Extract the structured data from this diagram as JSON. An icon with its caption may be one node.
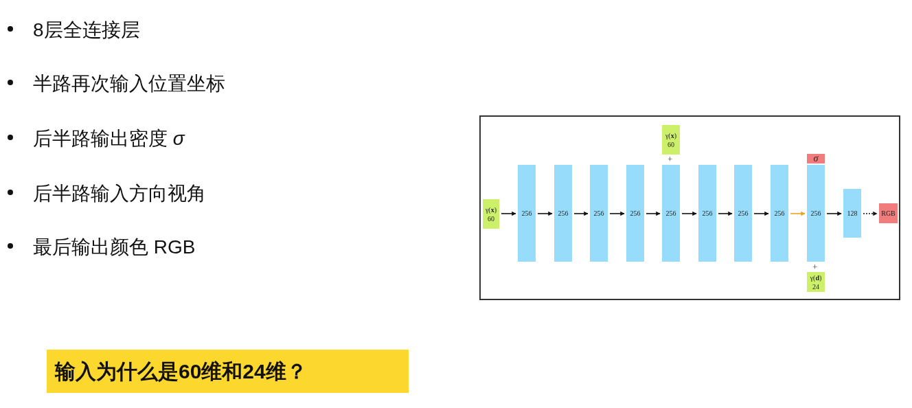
{
  "diagram": {
    "nodes": [
      {
        "text": [
          "γ(**x**)",
          "60"
        ]
      },
      {
        "text": [
          "256"
        ]
      },
      {
        "text": [
          "256"
        ]
      },
      {
        "text": [
          "256"
        ]
      },
      {
        "text": [
          "256"
        ]
      },
      {
        "text": [
          "256"
        ]
      },
      {
        "text": [
          "256"
        ]
      },
      {
        "text": [
          "256"
        ]
      },
      {
        "text": [
          "256"
        ]
      },
      {
        "text": [
          "γ(**x**)",
          "60"
        ]
      },
      {
        "text": [
          "*σ*"
        ]
      },
      {
        "text": [
          "256"
        ]
      },
      {
        "text": [
          "γ(**d**)",
          "24"
        ]
      },
      {
        "text": [
          "128"
        ]
      },
      {
        "text": [
          "RGB"
        ]
      }
    ],
    "edges": [
      {
        "from": 0,
        "to": 1,
        "arrow": "to"
      },
      {
        "from": 1,
        "to": 2,
        "arrow": "to"
      },
      {
        "from": 2,
        "to": 3,
        "arrow": "to"
      },
      {
        "from": 3,
        "to": 4,
        "arrow": "to"
      },
      {
        "from": 4,
        "to": 5,
        "arrow": "to"
      },
      {
        "from": 5,
        "to": 6,
        "arrow": "to"
      },
      {
        "from": 6,
        "to": 7,
        "arrow": "to"
      },
      {
        "from": 7,
        "to": 8,
        "arrow": "to"
      },
      {
        "from": 8,
        "to": 11,
        "arrow": "to",
        "color": "#f0a020"
      },
      {
        "from": 11,
        "to": 13,
        "arrow": "to"
      },
      {
        "from": 13,
        "to": 14,
        "arrow": "to",
        "style": "dashed"
      }
    ],
    "labels": [
      "8层全连接层",
      "半路再次输入位置坐标",
      "后半路输出密度 *σ*",
      "后半路输入方向视角",
      "最后输出颜色 RGB",
      "+",
      "+",
      "输入为什么是60维和24维？"
    ]
  }
}
